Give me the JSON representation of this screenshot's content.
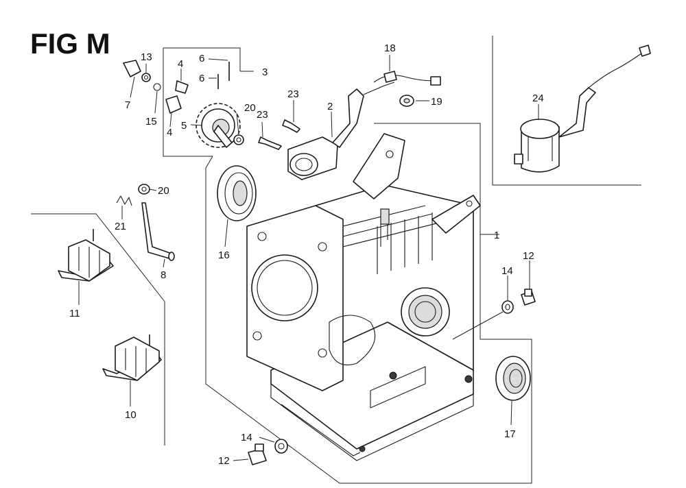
{
  "figure": {
    "title": "FIG M",
    "callouts": {
      "p1": "1",
      "p2": "2",
      "p3": "3",
      "p4a": "4",
      "p4b": "4",
      "p5": "5",
      "p6a": "6",
      "p6b": "6",
      "p7": "7",
      "p8": "8",
      "p10": "10",
      "p11": "11",
      "p12a": "12",
      "p12b": "12",
      "p13": "13",
      "p14a": "14",
      "p14b": "14",
      "p15": "15",
      "p16": "16",
      "p17": "17",
      "p18": "18",
      "p19": "19",
      "p20a": "20",
      "p20b": "20",
      "p21": "21",
      "p23a": "23",
      "p23b": "23",
      "p24": "24"
    }
  }
}
